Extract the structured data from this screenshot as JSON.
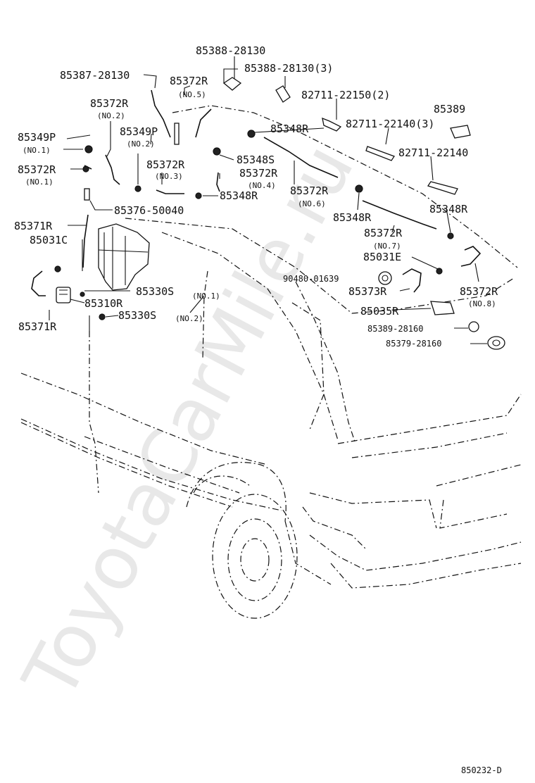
{
  "watermark": "ToyotaCarMile.ru",
  "ref_code": "850232-D",
  "labels": {
    "p85388_28130_a": "85388-28130",
    "p85387_28130": "85387-28130",
    "p85372r_no5": "85372R",
    "no5": "(NO.5)",
    "p85388_28130_b": "85388-28130(3)",
    "p82711_22150": "82711-22150(2)",
    "p85372r_no2": "85372R",
    "no2": "(NO.2)",
    "p85389": "85389",
    "p85349p_no1": "85349P",
    "no1_a": "(NO.1)",
    "p85349p_no2": "85349P",
    "no2_b": "(NO.2)",
    "p85348r_a": "85348R",
    "p82711_22140_3": "82711-22140(3)",
    "p85372r_no1": "85372R",
    "no1_b": "(NO.1)",
    "p85348s": "85348S",
    "p85372r_no3": "85372R",
    "no3": "(NO.3)",
    "p82711_22140": "82711-22140",
    "p85372r_no4": "85372R",
    "no4": "(NO.4)",
    "p85348r_b": "85348R",
    "p85372r_no6": "85372R",
    "no6": "(NO.6)",
    "p85376_50040": "85376-50040",
    "p85348r_c": "85348R",
    "p85348r_d": "85348R",
    "p85371r_a": "85371R",
    "p85372r_no7": "85372R",
    "no7": "(NO.7)",
    "p85031c": "85031C",
    "p85031e": "85031E",
    "p90480_01639": "90480-01639",
    "p85373r": "85373R",
    "p85372r_no8": "85372R",
    "no8": "(NO.8)",
    "p85330s_no1": "85330S",
    "no1_c": "(NO.1)",
    "p85310r": "85310R",
    "p85035r": "85035R",
    "p85330s_no2": "85330S",
    "no2_c": "(NO.2)",
    "p85389_28160": "85389-28160",
    "p85371r_b": "85371R",
    "p85379_28160": "85379-28160"
  }
}
